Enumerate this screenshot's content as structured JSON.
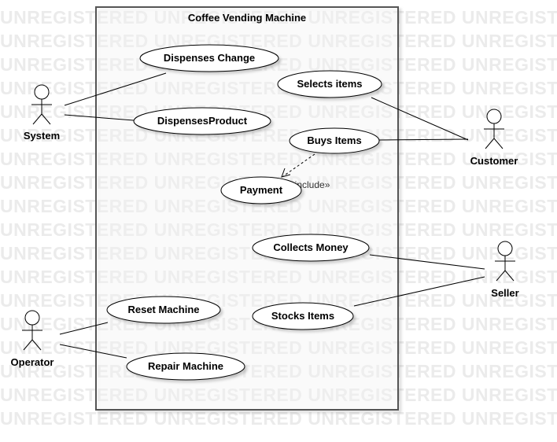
{
  "watermark_text": "UNREGISTERED",
  "system_boundary": {
    "title": "Coffee Vending Machine"
  },
  "actors": [
    {
      "id": "system",
      "label": "System"
    },
    {
      "id": "customer",
      "label": "Customer"
    },
    {
      "id": "seller",
      "label": "Seller"
    },
    {
      "id": "operator",
      "label": "Operator"
    }
  ],
  "use_cases": [
    {
      "id": "dispenses_change",
      "label": "Dispenses Change"
    },
    {
      "id": "dispenses_product",
      "label": "DispensesProduct"
    },
    {
      "id": "selects_items",
      "label": "Selects items"
    },
    {
      "id": "buys_items",
      "label": "Buys Items"
    },
    {
      "id": "payment",
      "label": "Payment"
    },
    {
      "id": "collects_money",
      "label": "Collects Money"
    },
    {
      "id": "stocks_items",
      "label": "Stocks Items"
    },
    {
      "id": "reset_machine",
      "label": "Reset Machine"
    },
    {
      "id": "repair_machine",
      "label": "Repair Machine"
    }
  ],
  "include_label": "«include»",
  "colors": {
    "line": "#000000",
    "boundary": "#555555",
    "watermark": "#ebebeb"
  }
}
